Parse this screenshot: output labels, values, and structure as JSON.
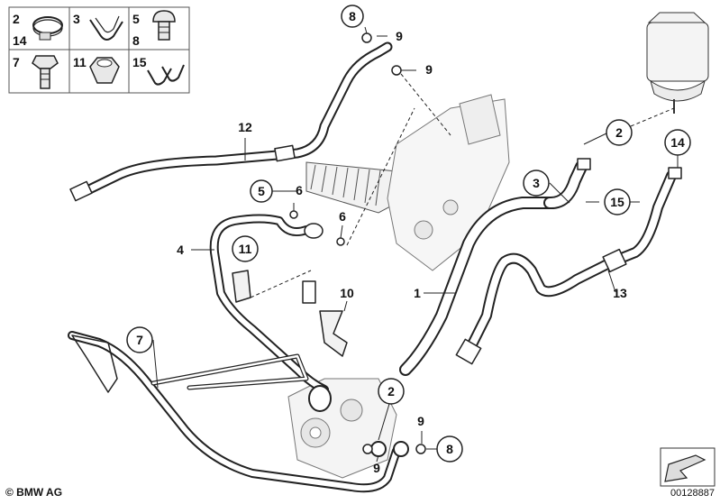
{
  "legend": {
    "cells": [
      {
        "labels": [
          "2",
          "14"
        ],
        "icon": "hose-clamp-icon"
      },
      {
        "labels": [
          "3"
        ],
        "icon": "hose-clip-icon"
      },
      {
        "labels": [
          "5",
          "8"
        ],
        "icon": "bolt-icon"
      },
      {
        "labels": [
          "7"
        ],
        "icon": "hex-bolt-icon"
      },
      {
        "labels": [
          "11"
        ],
        "icon": "hex-nut-icon"
      },
      {
        "labels": [
          "15"
        ],
        "icon": "double-clip-icon"
      }
    ]
  },
  "callouts": {
    "c1": "1",
    "c2a": "2",
    "c2b": "2",
    "c3": "3",
    "c4": "4",
    "c5": "5",
    "c6a": "6",
    "c6b": "6",
    "c7": "7",
    "c8a": "8",
    "c8b": "8",
    "c9a": "9",
    "c9b": "9",
    "c9c": "9",
    "c9d": "9",
    "c10": "10",
    "c11": "11",
    "c12": "12",
    "c13": "13",
    "c14": "14",
    "c15": "15"
  },
  "footer": {
    "copyright": "© BMW AG",
    "diagram_number": "00128887"
  }
}
